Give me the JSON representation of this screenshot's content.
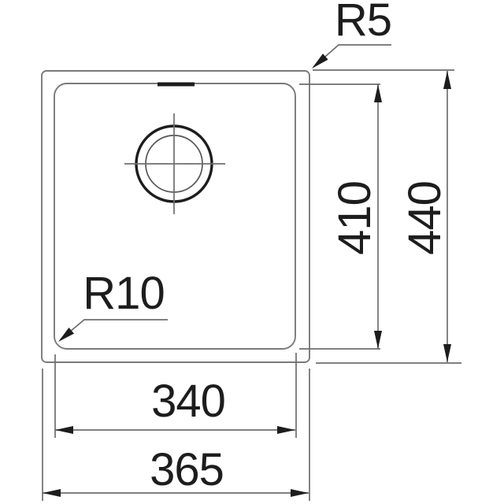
{
  "drawing": {
    "type": "technical-dimension-drawing",
    "view": "sink-bowl-top-view",
    "labels": {
      "outer_corner_radius": "R5",
      "bowl_corner_radius": "R10",
      "inner_width": "340",
      "outer_width": "365",
      "inner_depth": "410",
      "outer_depth": "440"
    },
    "dimensions": {
      "outer_width": 365,
      "outer_depth": 440,
      "inner_width": 340,
      "inner_depth": 410,
      "outer_corner_radius": 5,
      "bowl_corner_radius": 10
    },
    "colors": {
      "background": "#ffffff",
      "outline": "#7a7a7a",
      "dimension_lines": "#6e6e6e",
      "text_and_arrows": "#1d1d1d"
    }
  }
}
